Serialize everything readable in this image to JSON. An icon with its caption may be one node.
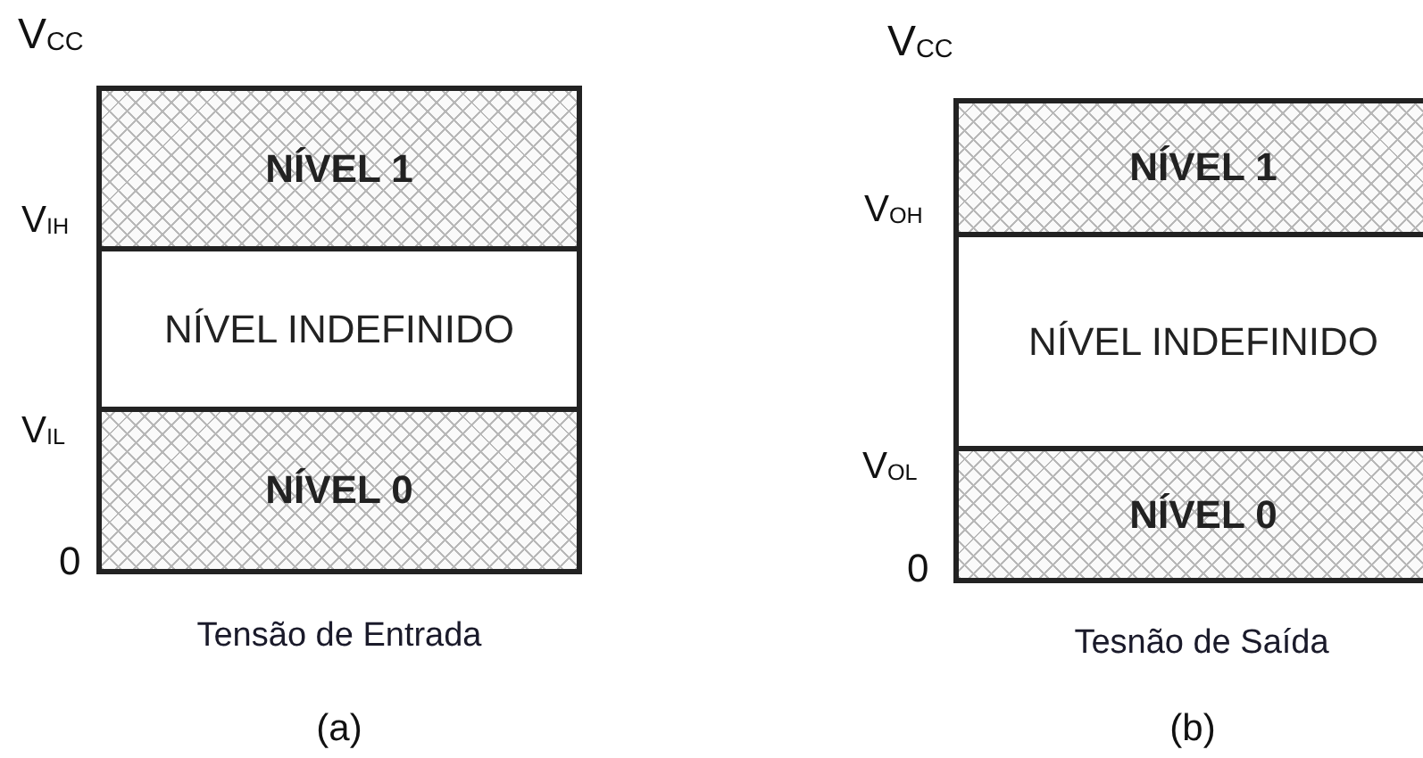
{
  "diagram": {
    "nodes": [
      {
        "text": [
          "NÍVEL 1"
        ]
      },
      {
        "text": [
          "NÍVEL INDEFINIDO"
        ]
      },
      {
        "text": [
          "NÍVEL 0"
        ]
      },
      {
        "text": [
          "NÍVEL 1"
        ]
      },
      {
        "text": [
          "NÍVEL INDEFINIDO"
        ]
      },
      {
        "text": [
          "NÍVEL 0"
        ]
      }
    ],
    "labels": [
      "V$_{CC}$",
      "V$_{IH}$",
      "V$_{IL}$",
      "0",
      "Tensão de Entrada",
      "(a)",
      "V$_{CC}$",
      "V$_{OH}$",
      "V$_{OL}$",
      "0",
      "Tesnão de Saída",
      "(b)"
    ]
  }
}
